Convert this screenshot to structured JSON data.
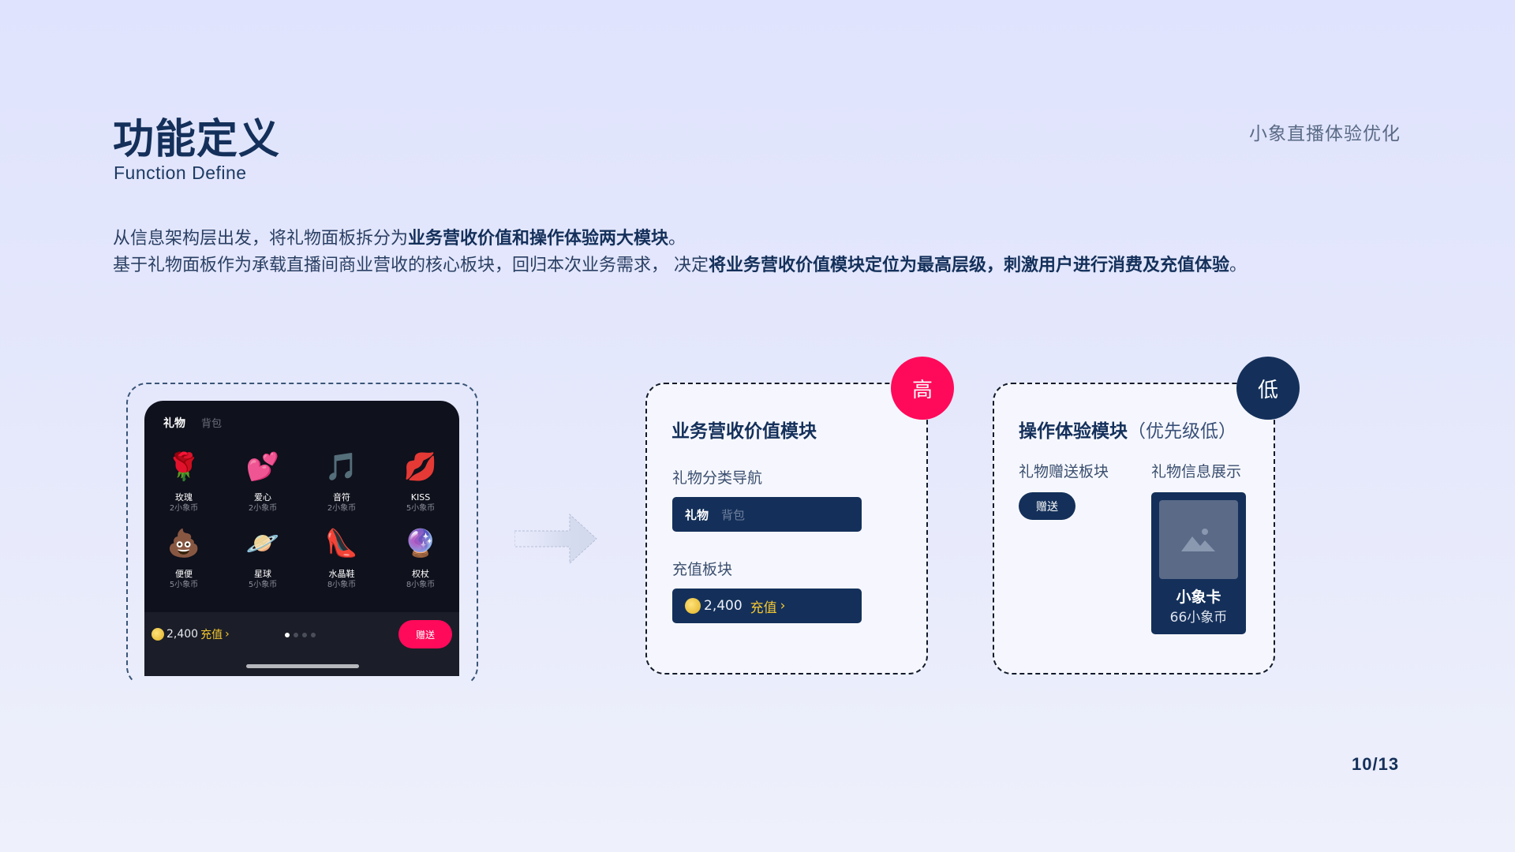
{
  "header": {
    "title": "功能定义",
    "title_en": "Function Define",
    "deck_name": "小象直播体验优化"
  },
  "intro": {
    "line1_plain": "从信息架构层出发，将礼物面板拆分为",
    "line1_bold": "业务营收价值和操作体验两大模块",
    "line1_end": "。",
    "line2_plain": "基于礼物面板作为承载直播间商业营收的核心板块，回归本次业务需求，  决定",
    "line2_bold": "将业务营收价值模块定位为最高层级，刺激用户进行消费及充值体验",
    "line2_end": "。"
  },
  "phone": {
    "tabs": {
      "active": "礼物",
      "inactive": "背包"
    },
    "gifts": [
      {
        "name": "玫瑰",
        "price": "2小象币",
        "icon": "rose-icon",
        "glyph": "🌹"
      },
      {
        "name": "爱心",
        "price": "2小象币",
        "icon": "hearts-icon",
        "glyph": "💕"
      },
      {
        "name": "音符",
        "price": "2小象币",
        "icon": "music-note-icon",
        "glyph": "🎵"
      },
      {
        "name": "KISS",
        "price": "5小象币",
        "icon": "lips-icon",
        "glyph": "💋"
      },
      {
        "name": "便便",
        "price": "5小象币",
        "icon": "poop-icon",
        "glyph": "💩"
      },
      {
        "name": "星球",
        "price": "5小象币",
        "icon": "planet-icon",
        "glyph": "🪐"
      },
      {
        "name": "水晶鞋",
        "price": "8小象币",
        "icon": "glass-slipper-icon",
        "glyph": "👠"
      },
      {
        "name": "权杖",
        "price": "8小象币",
        "icon": "scepter-icon",
        "glyph": "🔮"
      }
    ],
    "balance": "2,400",
    "recharge_label": "充值",
    "recharge_chevron": "›",
    "page_dots": 4,
    "active_dot": 0,
    "send_label": "赠送"
  },
  "card_revenue": {
    "badge": "高",
    "badge_color": "#ff0a5a",
    "title": "业务营收价值模块",
    "nav_label": "礼物分类导航",
    "nav_active": "礼物",
    "nav_inactive": "背包",
    "recharge_section_label": "充值板块",
    "balance": "2,400",
    "recharge_label": "充值",
    "recharge_chevron": "›"
  },
  "card_operation": {
    "badge": "低",
    "badge_color": "#14305a",
    "title": "操作体验模块",
    "title_note": "（优先级低）",
    "send_section_label": "礼物赠送板块",
    "send_label": "赠送",
    "info_section_label": "礼物信息展示",
    "info_name": "小象卡",
    "info_price": "66小象币"
  },
  "footer": {
    "page": "10/13"
  },
  "colors": {
    "accent_pink": "#ff0a5a",
    "navy": "#14305a",
    "gold": "#f5c831",
    "phone_bg": "#0f111c"
  }
}
